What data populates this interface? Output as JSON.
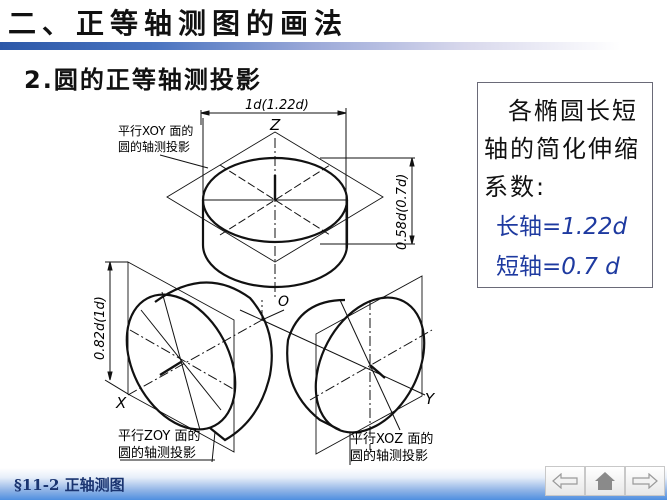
{
  "header": {
    "title": "二、正等轴测图的画法"
  },
  "section": {
    "subtitle": "2.圆的正等轴测投影"
  },
  "drawing": {
    "labels": {
      "axis_z": "Z",
      "axis_x": "X",
      "axis_y": "Y",
      "origin": "O",
      "top_width": "1d(1.22d)",
      "top_height": "0.58d(0.7d)",
      "left_height": "0.82d(1d)"
    },
    "callouts": {
      "xoy_line1": "平行XOY 面的",
      "xoy_line2": "圆的轴测投影",
      "zoy_line1": "平行ZOY 面的",
      "zoy_line2": "圆的轴测投影",
      "xoz_line1": "平行XOZ 面的",
      "xoz_line2": "圆的轴测投影"
    }
  },
  "note": {
    "line1": "各椭圆长短",
    "line2": "轴的简化伸缩",
    "line3": "系数:",
    "long_axis_label": "长轴=",
    "long_axis_value": "1.22d",
    "short_axis_label": "短轴=",
    "short_axis_value": "0.7 d",
    "formula_color": "#1e3aa0"
  },
  "footer": {
    "label": "§11-2  正轴测图",
    "nav": {
      "prev_icon": "arrow-left-icon",
      "home_icon": "home-icon",
      "next_icon": "arrow-right-icon"
    }
  }
}
